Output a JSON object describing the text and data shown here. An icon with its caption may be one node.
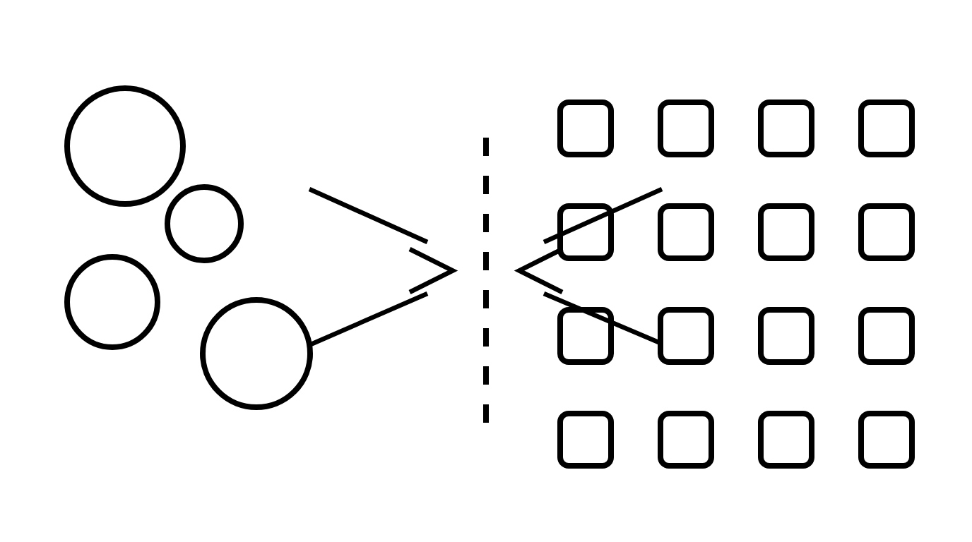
{
  "diagram": {
    "nodes": [
      {
        "text": [],
        "shape": "circle"
      },
      {
        "text": [],
        "shape": "circle"
      },
      {
        "text": [],
        "shape": "circle"
      },
      {
        "text": [],
        "shape": "circle"
      },
      {
        "text": [],
        "shape": "box"
      },
      {
        "text": [],
        "shape": "box"
      },
      {
        "text": [],
        "shape": "box"
      },
      {
        "text": [],
        "shape": "box"
      },
      {
        "text": [],
        "shape": "box"
      },
      {
        "text": [],
        "shape": "box"
      },
      {
        "text": [],
        "shape": "box"
      },
      {
        "text": [],
        "shape": "box"
      },
      {
        "text": [],
        "shape": "box"
      },
      {
        "text": [],
        "shape": "box"
      },
      {
        "text": [],
        "shape": "box"
      },
      {
        "text": [],
        "shape": "box"
      },
      {
        "text": [],
        "shape": "box"
      },
      {
        "text": [],
        "shape": "box"
      },
      {
        "text": [],
        "shape": "box"
      },
      {
        "text": [],
        "shape": "box"
      }
    ]
  }
}
